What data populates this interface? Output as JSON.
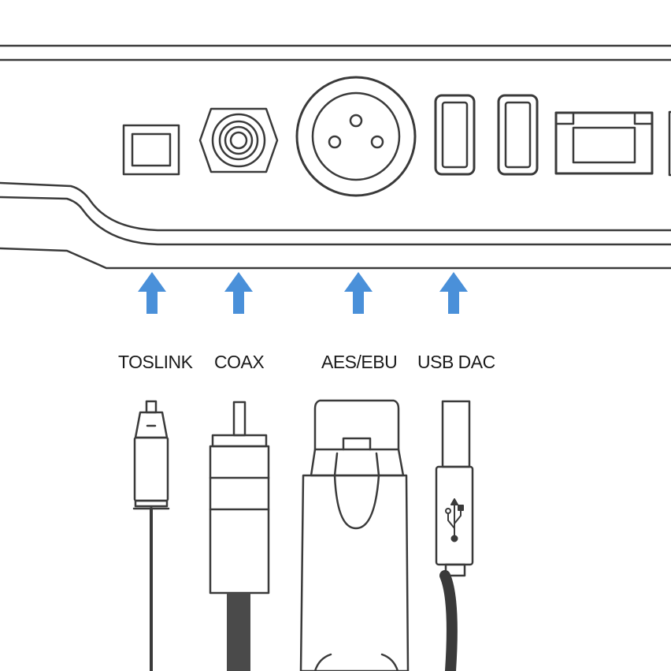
{
  "labels": {
    "toslink": "TOSLINK",
    "coax": "COAX",
    "aes_ebu": "AES/EBU",
    "usb_dac": "USB DAC"
  },
  "colors": {
    "line": "#3a3a3a",
    "arrow": "#4a90d9",
    "cable": "#4a4a4a",
    "background": "#ffffff"
  },
  "icons": [
    "usb-symbol-icon",
    "up-arrow-icon"
  ]
}
